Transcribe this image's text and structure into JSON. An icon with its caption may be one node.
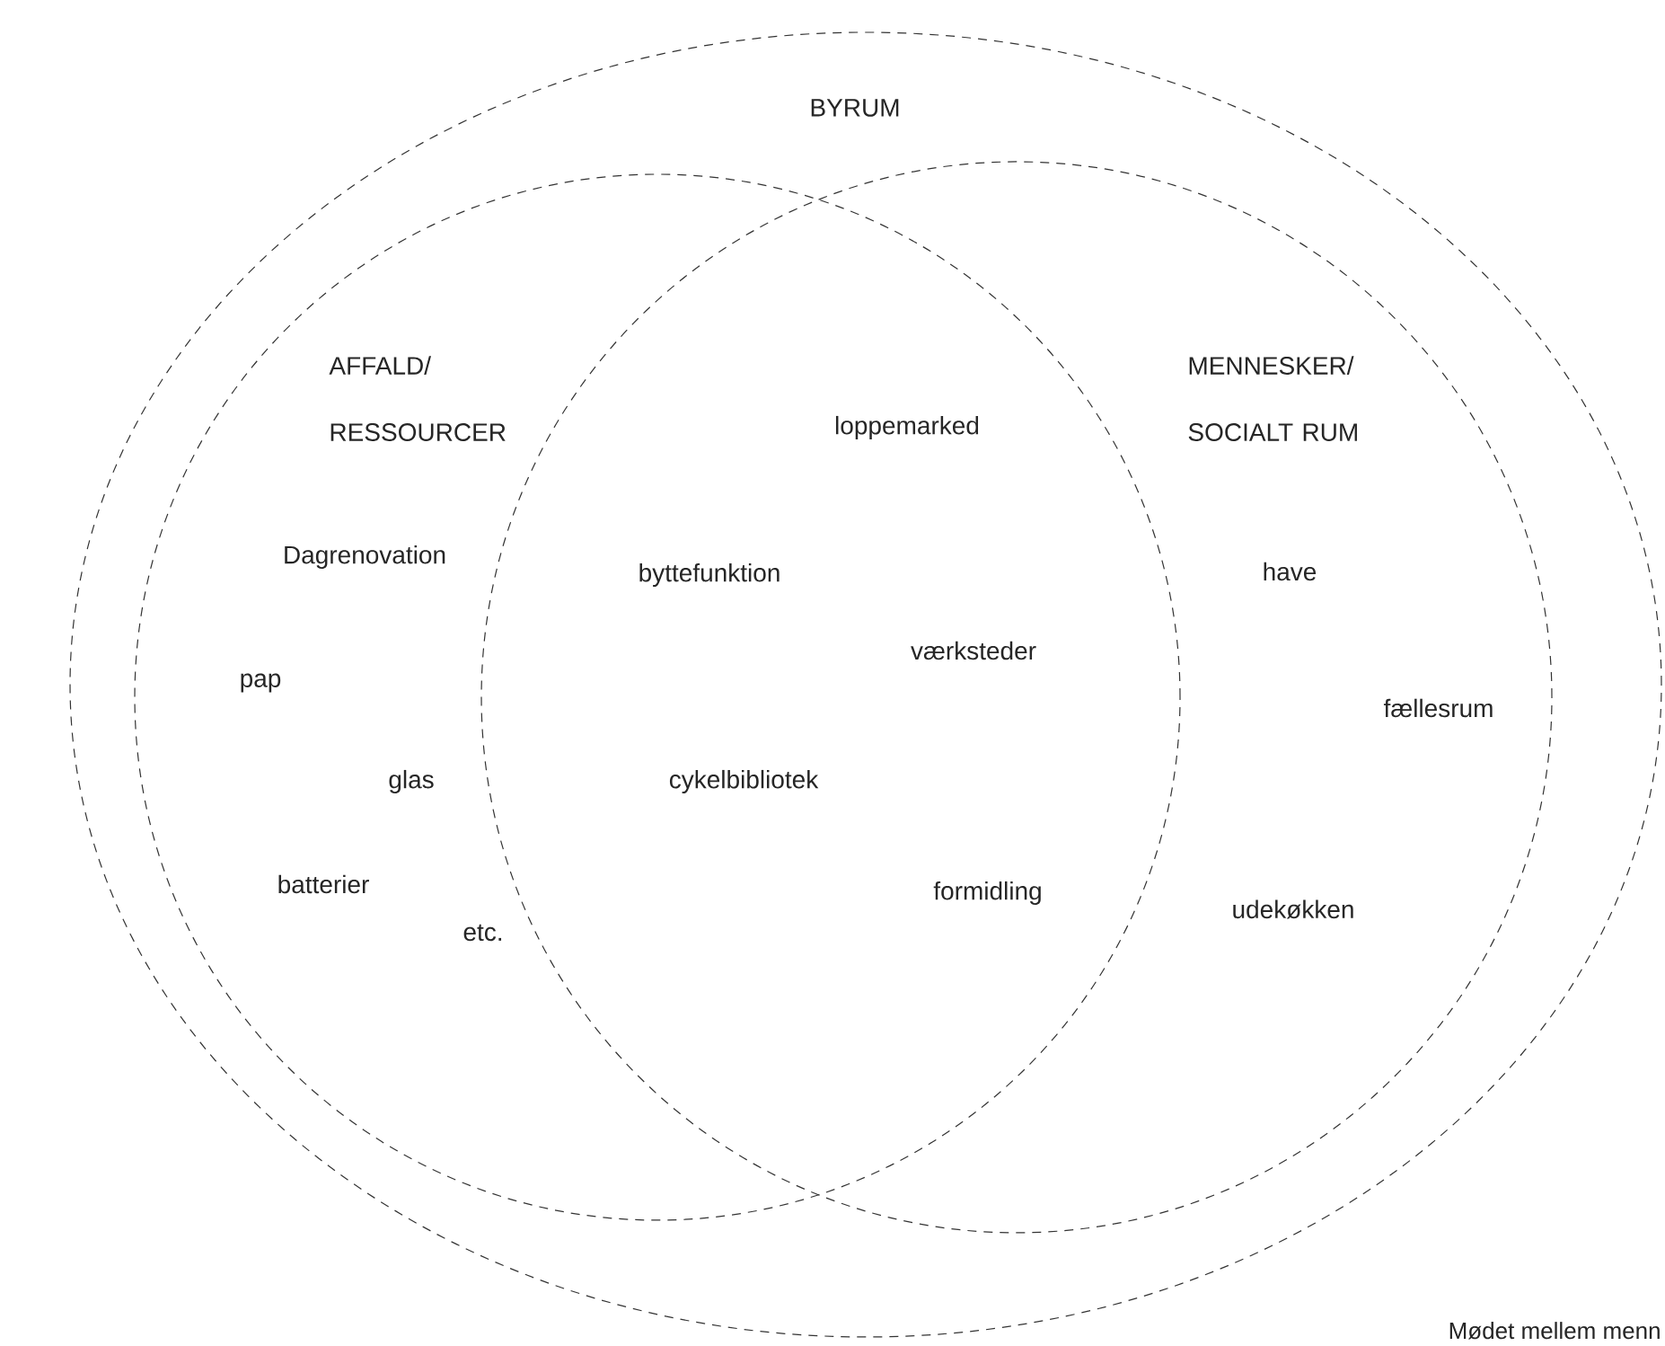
{
  "diagram": {
    "caption": "Mødet mellem menn",
    "nodes": [
      {
        "text": [
          "BYRUM"
        ]
      },
      {
        "text": [
          "AFFALD/ RESSOURCER"
        ],
        "in": 0
      },
      {
        "text": [
          "MENNESKER/ SOCIALT RUM"
        ],
        "in": 0
      }
    ],
    "labels": [
      "loppemarked",
      "Dagrenovation",
      "have",
      "byttefunktion",
      "værksteder",
      "pap",
      "fællesrum",
      "glas",
      "cykelbibliotek",
      "batterier",
      "formidling",
      "udekøkken",
      "etc."
    ]
  }
}
